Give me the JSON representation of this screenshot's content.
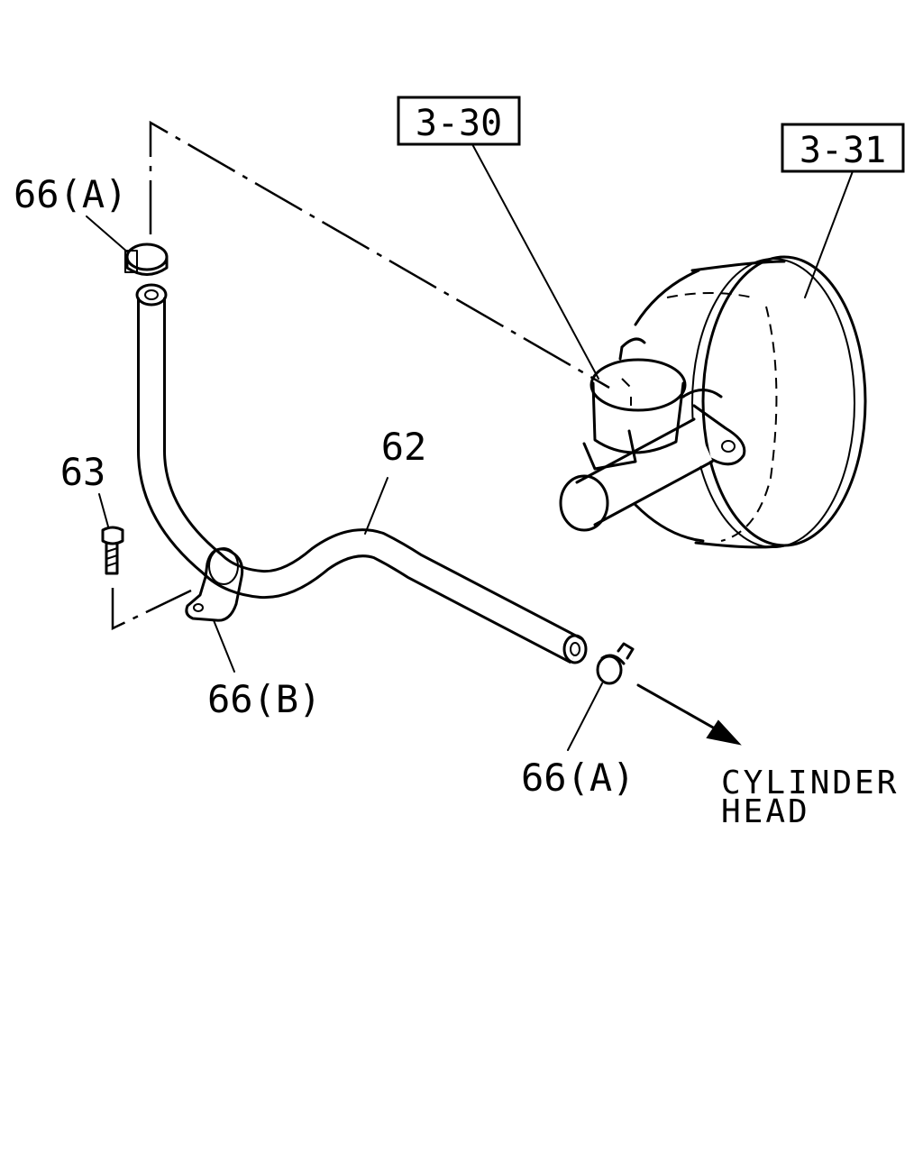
{
  "diagram": {
    "labels": {
      "ref_3_30": "3-30",
      "ref_3_31": "3-31",
      "clamp_a_top": "66(A)",
      "hose": "62",
      "bolt": "63",
      "clamp_b": "66(B)",
      "clamp_a_bottom": "66(A)",
      "dest_line1": "CYLINDER",
      "dest_line2": "HEAD"
    }
  }
}
